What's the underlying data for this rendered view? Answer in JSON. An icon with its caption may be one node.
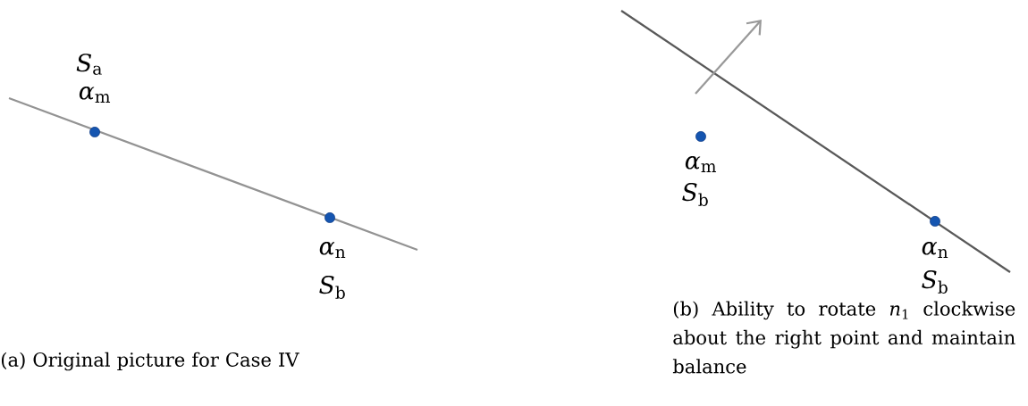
{
  "diagram": {
    "nodes": [
      {
        "text": [],
        "shape": "circle",
        "beside": [
          "*S*$_{a}$",
          "*α*$_{m}$"
        ]
      },
      {
        "text": [],
        "shape": "circle",
        "beside": [
          "*α*$_{n}$",
          "*S*$_{b}$"
        ]
      },
      {
        "text": [],
        "shape": "circle",
        "beside": [
          "*α*$_{m}$",
          "*S*$_{b}$"
        ]
      },
      {
        "text": [],
        "shape": "circle",
        "beside": [
          "*α*$_{n}$",
          "*S*$_{b}$"
        ]
      }
    ],
    "labels": [
      "(a) Original picture for Case IV",
      "(b) Ability to rotate *n*$_{1}$ clockwise about the right point and maintain balance"
    ]
  }
}
